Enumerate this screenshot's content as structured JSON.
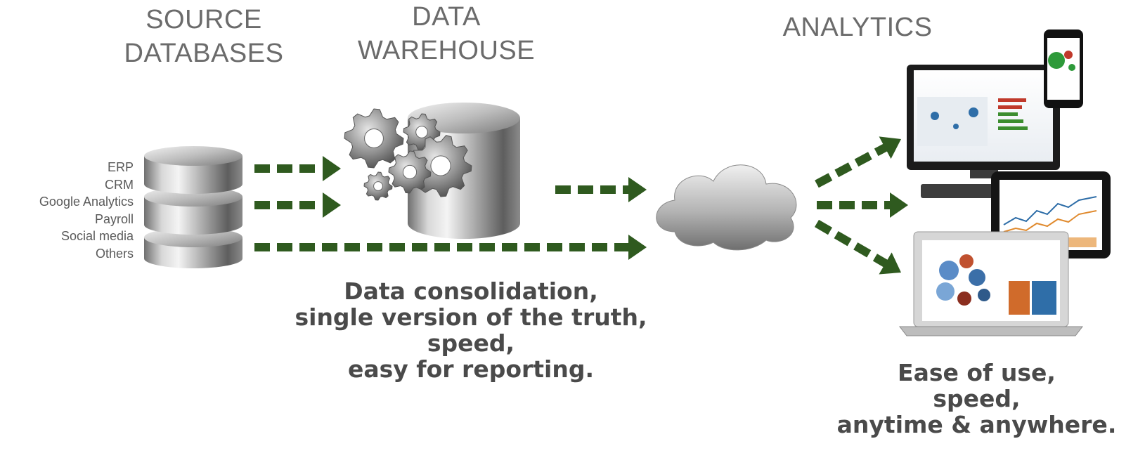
{
  "headers": {
    "source": [
      "SOURCE",
      "DATABASES"
    ],
    "warehouse": [
      "DATA",
      "WAREHOUSE"
    ],
    "analytics": [
      "ANALYTICS"
    ]
  },
  "sources": [
    "ERP",
    "CRM",
    "Google Analytics",
    "Payroll",
    "Social media",
    "Others"
  ],
  "captions": {
    "warehouse": [
      "Data consolidation,",
      "single version of the truth,",
      "speed,",
      "easy for reporting."
    ],
    "analytics": [
      "Ease of use,",
      "speed,",
      "anytime & anywhere."
    ]
  },
  "colors": {
    "arrow": "#2f5a1f",
    "header_text": "#6b6b6b",
    "caption_text": "#4a4a4a"
  },
  "icons": [
    "database-stack-icon",
    "gears-icon",
    "warehouse-cylinder-icon",
    "cloud-icon",
    "desktop-monitor-icon",
    "smartphone-icon",
    "tablet-icon",
    "laptop-icon"
  ]
}
